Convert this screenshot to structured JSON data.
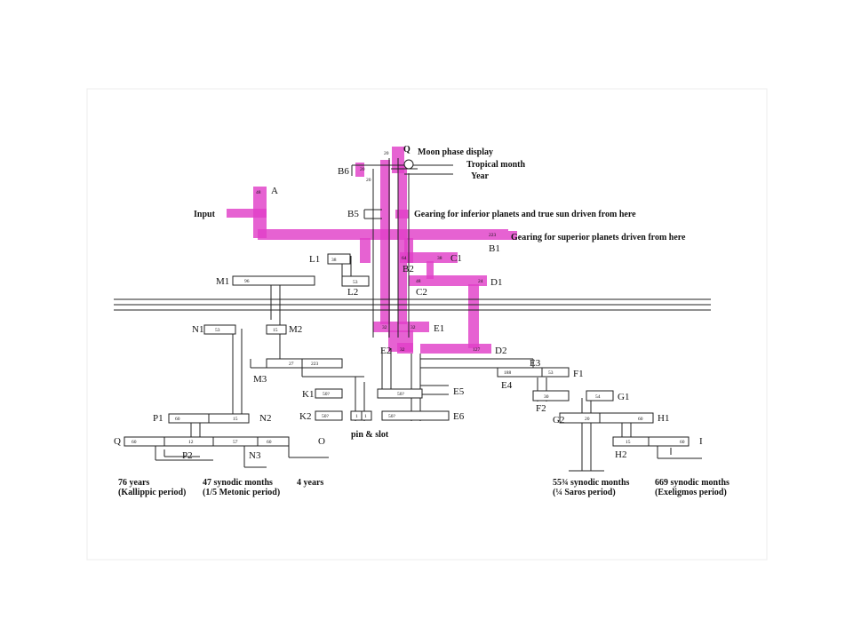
{
  "colors": {
    "highlight": "#e040c8",
    "ink": "#222222",
    "paper": "#ffffff"
  },
  "labels": {
    "Q": "Q",
    "moon_phase": "Moon phase display",
    "tropical_month": "Tropical month",
    "year": "Year",
    "B6": "B6",
    "A": "A",
    "input": "Input",
    "B5": "B5",
    "inferior": "Gearing for inferior planets and true sun driven from here",
    "superior": "Gearing for superior planets driven from here",
    "B1": "B1",
    "L1": "L1",
    "B2": "B2",
    "C1": "C1",
    "M1": "M1",
    "L2": "L2",
    "C2": "C2",
    "D1": "D1",
    "N1": "N1",
    "M2": "M2",
    "E1": "E1",
    "E2": "E2",
    "D2": "D2",
    "M3": "M3",
    "E3": "E3",
    "F1": "F1",
    "K1": "K1",
    "E5": "E5",
    "E4": "E4",
    "G1": "G1",
    "K2": "K2",
    "E6": "E6",
    "F2": "F2",
    "P1": "P1",
    "N2": "N2",
    "G2": "G2",
    "H1": "H1",
    "pin_slot": "pin & slot",
    "Qb": "Q",
    "O": "O",
    "I": "I",
    "P2": "P2",
    "N3": "N3",
    "H2": "H2"
  },
  "teeth": {
    "Q": "20",
    "B6a": "20",
    "B6b": "20",
    "A": "48",
    "B1": "223",
    "L1": "38",
    "L2": "53",
    "B2": "64",
    "C1": "38",
    "C2": "48",
    "D1": "24",
    "M1": "96",
    "N1": "53",
    "M2": "15",
    "E2": "32",
    "E1": "32",
    "E2b": "32",
    "D2": "127",
    "M3a": "27",
    "M3b": "223",
    "E3": "188",
    "F1": "53",
    "K1": "50?",
    "E5": "50?",
    "F2": "30",
    "G1": "54",
    "K2": "50?",
    "E6": "50?",
    "pinA": "1",
    "pinB": "1",
    "P1": "60",
    "N2": "15",
    "G2": "20",
    "H1": "60",
    "Qb": "60",
    "P2": "12",
    "N3": "57",
    "O": "60",
    "H2": "15",
    "I": "60"
  },
  "periods": [
    {
      "line1": "76 years",
      "line2": "(Kallippic period)"
    },
    {
      "line1": "47 synodic months",
      "line2": "(1/5 Metonic period)"
    },
    {
      "line1": "4 years",
      "line2": ""
    },
    {
      "line1": "55¾ synodic months",
      "line2": "(¼ Saros period)"
    },
    {
      "line1": "669 synodic months",
      "line2": "(Exeligmos period)"
    }
  ]
}
